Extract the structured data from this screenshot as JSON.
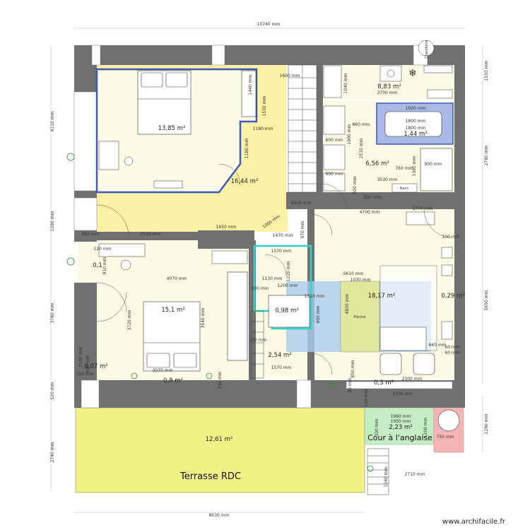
{
  "dimensions": {
    "top_total": "10740 mm",
    "bottom_total": "8030 mm",
    "left_1": "4110 mm",
    "left_2": "1280 mm",
    "left_3": "3760 mm",
    "left_4": "520 mm",
    "left_5": "2740 mm",
    "right_1": "1550 mm",
    "right_2": "2780 mm",
    "right_3": "5650 mm",
    "right_4": "1290 mm",
    "d1600": "1600 mm",
    "d1440": "1440 mm",
    "d1550": "1550 mm",
    "d1180a": "1180 mm",
    "d1180b": "1180 mm",
    "d1040": "1040 mm",
    "d3700": "3700 mm",
    "d1920": "1920 mm",
    "d1800a": "1800 mm",
    "d1800b": "1800 mm",
    "d860": "860 mm",
    "d1900": "1900 mm",
    "d600a": "600 mm",
    "d600b": "600 mm",
    "d2510": "2510 mm",
    "d760": "760 mm",
    "d1380": "1380 mm",
    "d900": "900 mm",
    "d3530": "3530 mm",
    "d600c": "600 mm",
    "d930": "930 mm",
    "d2000": "2000 mm",
    "d4700": "4700 mm",
    "d1770": "1770 mm",
    "d1000": "1000 mm",
    "d1650": "1650 mm",
    "d860b": "860 mm",
    "d2510b": "2510 mm",
    "d1470": "1470 mm",
    "d970": "970 mm",
    "d100": "100 mm",
    "d120": "120 mm",
    "d910": "910 mm",
    "d1570a": "1570 mm",
    "d1130": "1130 mm",
    "d1220": "1220 mm",
    "d1200": "1200 mm",
    "d1510": "1510 mm",
    "d5610": "5610 mm",
    "d1070": "1070 mm",
    "d4070a": "4070 mm",
    "d300a": "300 mm",
    "d300b": "300 mm",
    "d3720": "3720 mm",
    "d3540": "3540 mm",
    "d4820": "4820 mm",
    "d800": "800 mm",
    "d640": "640 mm",
    "d60a": "60 mm",
    "d60b": "60 mm",
    "d4070b": "4070 mm",
    "d730": "730 mm",
    "d2100": "2100 mm",
    "d600d": "600 mm",
    "d1570b": "1570 mm",
    "d850": "850 mm",
    "d2300": "2300 mm",
    "d230": "230 mm",
    "d1500": "1500 mm",
    "d1960": "1960 mm",
    "d1950": "1950 mm",
    "d750": "750 mm",
    "d2710": "2710 mm",
    "d1140": "1140 mm",
    "d520": "520 mm",
    "d80": "80 mm",
    "d330": "330 mm",
    "d1200b": "1200 mm"
  },
  "rooms": {
    "bedroom_top": "13,85 m²",
    "hall_top": "16,44 m²",
    "kitchen": "8,83 m²",
    "shower": "1,44 m²",
    "bathroom": "6,56 m²",
    "living": "18,17 m²",
    "right_small": "0,29 m²",
    "bedroom_bottom": "15,1 m²",
    "wc": "0,98 m²",
    "landing": "2,54 m²",
    "corridor_bottom": "0,9 m²",
    "small_left": "0,1",
    "small_left2": "0,07 m²",
    "small_mid": "0,3 m²",
    "terrace_area": "12,61 m²",
    "court_area": "2,23 m²"
  },
  "labels": {
    "terrace": "Terrasse RDC",
    "court": "Cour à l'anglaise",
    "bench": "Banc",
    "pool": "Piscine",
    "boiler": "Chaudière",
    "watermark": "www.archifacile.fr"
  },
  "colors": {
    "wall": "#707070",
    "floor": "#fdfbe6",
    "yellow": "#faf0a6",
    "terrace": "#f1f186",
    "court": "#c5ecc2",
    "blue_outline": "#3a5bb8",
    "cyan": "#2fd3c7",
    "water": "#a9ccf0",
    "pink": "#f5b5b5",
    "olive": "#dfe89c"
  }
}
